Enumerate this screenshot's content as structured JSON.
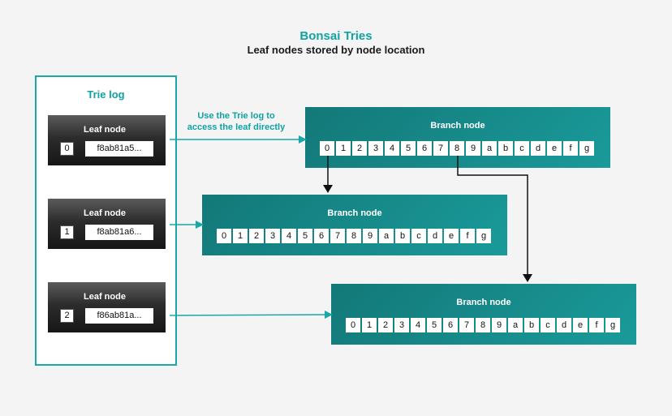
{
  "title": "Bonsai Tries",
  "subtitle": "Leaf nodes stored by node location",
  "trie_log": {
    "title": "Trie log",
    "caption_line1": "Use the Trie log to",
    "caption_line2": "access the leaf directly",
    "leaves": [
      {
        "label": "Leaf node",
        "index": "0",
        "hash": "f8ab81a5..."
      },
      {
        "label": "Leaf node",
        "index": "1",
        "hash": "f8ab81a6..."
      },
      {
        "label": "Leaf node",
        "index": "2",
        "hash": "f86ab81a..."
      }
    ]
  },
  "branch_nodes": [
    {
      "label": "Branch node",
      "slots": [
        "0",
        "1",
        "2",
        "3",
        "4",
        "5",
        "6",
        "7",
        "8",
        "9",
        "a",
        "b",
        "c",
        "d",
        "e",
        "f",
        "g"
      ]
    },
    {
      "label": "Branch node",
      "slots": [
        "0",
        "1",
        "2",
        "3",
        "4",
        "5",
        "6",
        "7",
        "8",
        "9",
        "a",
        "b",
        "c",
        "d",
        "e",
        "f",
        "g"
      ]
    },
    {
      "label": "Branch node",
      "slots": [
        "0",
        "1",
        "2",
        "3",
        "4",
        "5",
        "6",
        "7",
        "8",
        "9",
        "a",
        "b",
        "c",
        "d",
        "e",
        "f",
        "g"
      ]
    }
  ],
  "colors": {
    "teal": "#11a2a2",
    "arrow_teal": "#1aa7a7",
    "black_arrow": "#111111"
  }
}
